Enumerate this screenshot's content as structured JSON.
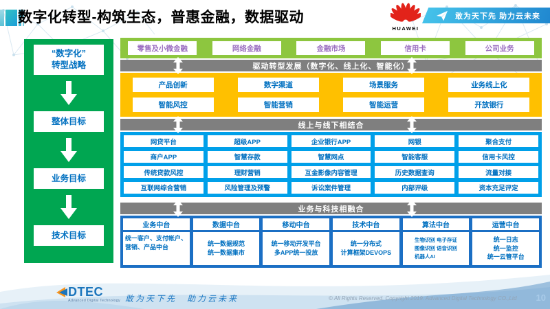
{
  "slide": {
    "title": "数字化转型-构筑生态，普惠金融，数据驱动",
    "page_number": "10"
  },
  "header": {
    "huawei_wordmark": "HUAWEI",
    "slogan_banner": "敢为天下先 助力云未来"
  },
  "strategy_sidebar": {
    "items": [
      "“数字化”\n转型战略",
      "整体目标",
      "业务目标",
      "技术目标"
    ]
  },
  "business_lines": [
    "零售及小微金融",
    "网络金融",
    "金融市场",
    "信用卡",
    "公司业务"
  ],
  "section_banners": {
    "drive_transform": "驱动转型发展（数字化、线上化、智能化）",
    "online_offline": "线上与线下相结合",
    "biz_tech_fusion": "业务与科技相融合"
  },
  "digital_capabilities": {
    "rows": [
      [
        "产品创新",
        "数字渠道",
        "场景服务",
        "业务线上化"
      ],
      [
        "智能风控",
        "智能营销",
        "智能运营",
        "开放银行"
      ]
    ]
  },
  "application_matrix": {
    "rows": [
      [
        "网贷平台",
        "超级APP",
        "企业银行APP",
        "网银",
        "聚合支付"
      ],
      [
        "商户APP",
        "智慧存款",
        "智慧网点",
        "智能客服",
        "信用卡风控"
      ],
      [
        "传统贷款风控",
        "理财营销",
        "互金影像内容管理",
        "历史数据查询",
        "流量对接"
      ],
      [
        "互联网综合营销",
        "风险管理及预警",
        "诉讼案件管理",
        "内部评级",
        "资本充足评定"
      ]
    ]
  },
  "middle_platforms": {
    "columns": [
      {
        "title": "业务中台",
        "content": "统一客户、支付帐户、营销、产品中台"
      },
      {
        "title": "数据中台",
        "content": "统一数据规范\n统一数据集市"
      },
      {
        "title": "移动中台",
        "content": "统一移动开发平台\n多APP统一投放"
      },
      {
        "title": "技术中台",
        "content": "统一分布式\n计算框架DEVOPS"
      },
      {
        "title": "算法中台",
        "content": "生物识别 电子存证\n图像识别 语音识别\n机器人AI"
      },
      {
        "title": "运营中台",
        "content": "统一日志\n统一监控\n统一云管平台"
      }
    ]
  },
  "footer": {
    "dtec_wordmark": "DTEC",
    "dtec_subtitle": "Advanced Digital Technology",
    "slogan": "敢为天下先　助力云未来",
    "copyright": "© All Rights Reserved. Copyright 2019. Advanced Digital Technology CO.,Ltd",
    "page_number": "10"
  },
  "colors": {
    "sidebar_green": "#00A651",
    "band_green": "#8DC63F",
    "band_yellow": "#FFC000",
    "band_blue": "#00A0E9",
    "band_dark_blue": "#1B6FC4",
    "banner_gray": "#7F7F7F",
    "box_text_blue": "#0070C0",
    "business_line_purple": "#9A6DC0",
    "huawei_red": "#E2231A",
    "banner_gradient_start": "#45C2EA",
    "banner_gradient_end": "#1F86CF"
  }
}
